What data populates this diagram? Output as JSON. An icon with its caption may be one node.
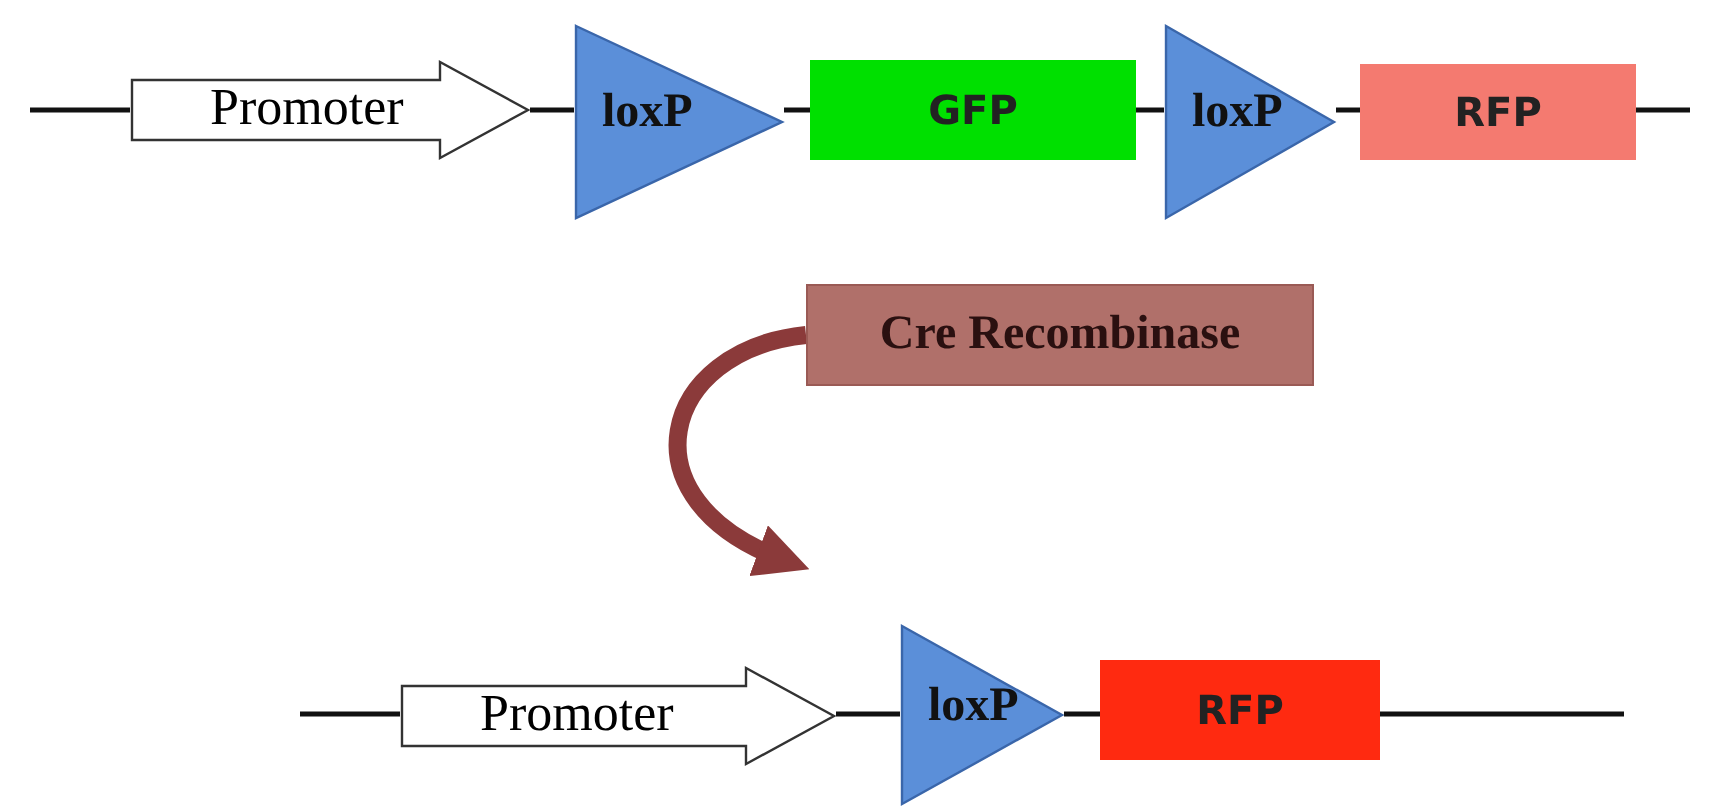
{
  "diagram": {
    "nodes": [
      {
        "text": [
          "Promoter"
        ]
      },
      {
        "text": [
          "loxP"
        ]
      },
      {
        "text": [
          "GFP"
        ]
      },
      {
        "text": [
          "loxP"
        ]
      },
      {
        "text": [
          "RFP"
        ]
      },
      {
        "text": [
          "Cre Recombinase"
        ]
      },
      {
        "text": [
          "Promoter"
        ]
      },
      {
        "text": [
          "loxP"
        ]
      },
      {
        "text": [
          "RFP"
        ]
      }
    ],
    "edges": [
      {
        "from": null,
        "to": 0,
        "arrow": "none"
      },
      {
        "from": 0,
        "to": 1,
        "arrow": "none"
      },
      {
        "from": 1,
        "to": 2,
        "arrow": "none"
      },
      {
        "from": 2,
        "to": 3,
        "arrow": "none"
      },
      {
        "from": 3,
        "to": 4,
        "arrow": "none"
      },
      {
        "from": 4,
        "to": null,
        "arrow": "none"
      },
      {
        "from": 5,
        "to": null,
        "arrow": "to",
        "style": "thick",
        "color": "#8b3a3a"
      },
      {
        "from": null,
        "to": 6,
        "arrow": "none"
      },
      {
        "from": 6,
        "to": 7,
        "arrow": "none"
      },
      {
        "from": 7,
        "to": 8,
        "arrow": "none"
      },
      {
        "from": 8,
        "to": null,
        "arrow": "none"
      }
    ]
  }
}
